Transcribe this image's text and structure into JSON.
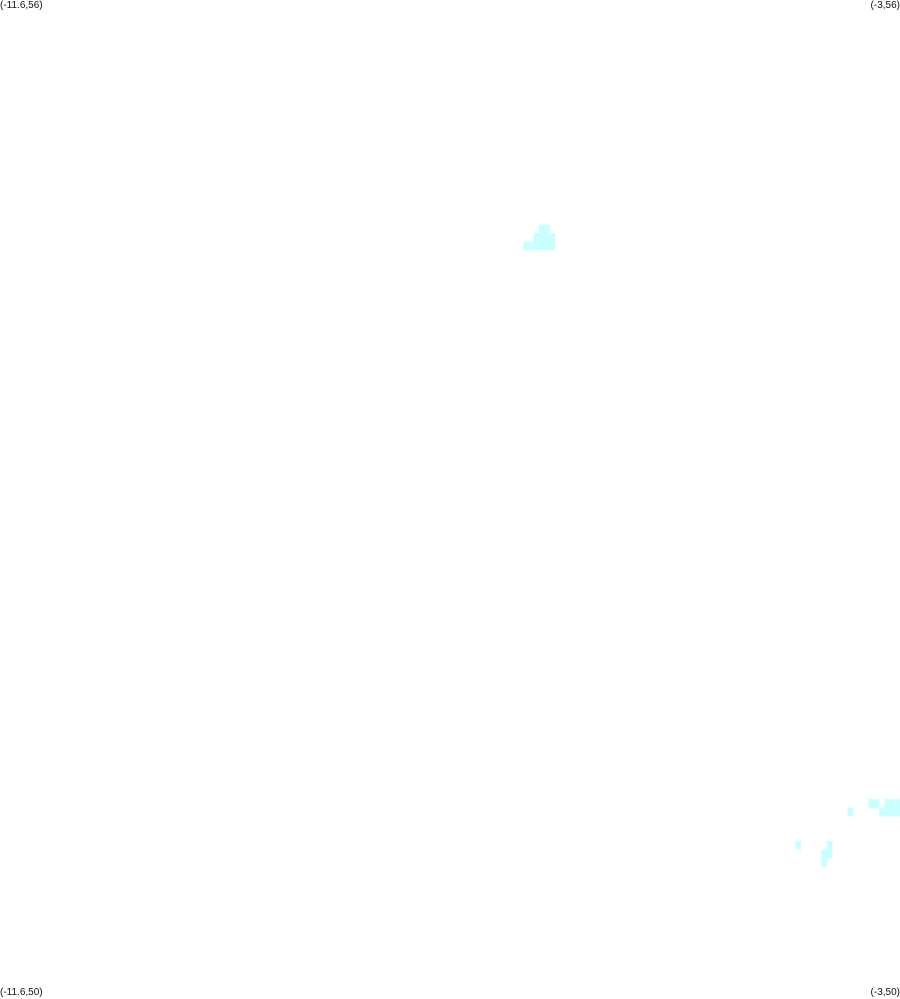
{
  "map": {
    "corner_labels": {
      "top_left": "(-11.6,56)",
      "top_right": "(-3,56)",
      "bottom_left": "(-11.6,50)",
      "bottom_right": "(-3,50)"
    },
    "extent": {
      "lon_min": -11.6,
      "lon_max": -3,
      "lat_min": 50,
      "lat_max": 56
    },
    "cell_size_deg": 0.05,
    "fill_color": "#c8ffff",
    "cells": [
      {
        "lon": -6.45,
        "lat": 54.65
      },
      {
        "lon": -6.4,
        "lat": 54.65
      },
      {
        "lon": -6.45,
        "lat": 54.6
      },
      {
        "lon": -6.4,
        "lat": 54.6
      },
      {
        "lon": -6.35,
        "lat": 54.6
      },
      {
        "lon": -6.5,
        "lat": 54.6
      },
      {
        "lon": -6.55,
        "lat": 54.55
      },
      {
        "lon": -6.5,
        "lat": 54.55
      },
      {
        "lon": -6.45,
        "lat": 54.55
      },
      {
        "lon": -6.4,
        "lat": 54.55
      },
      {
        "lon": -6.35,
        "lat": 54.55
      },
      {
        "lon": -6.6,
        "lat": 54.55
      },
      {
        "lon": -3.3,
        "lat": 51.2
      },
      {
        "lon": -3.25,
        "lat": 51.2
      },
      {
        "lon": -3.15,
        "lat": 51.2
      },
      {
        "lon": -3.1,
        "lat": 51.2
      },
      {
        "lon": -3.05,
        "lat": 51.2
      },
      {
        "lon": -3.2,
        "lat": 51.15
      },
      {
        "lon": -3.15,
        "lat": 51.15
      },
      {
        "lon": -3.1,
        "lat": 51.15
      },
      {
        "lon": -3.05,
        "lat": 51.15
      },
      {
        "lon": -3.5,
        "lat": 51.15
      },
      {
        "lon": -4.0,
        "lat": 50.95
      },
      {
        "lon": -3.7,
        "lat": 50.95
      },
      {
        "lon": -3.75,
        "lat": 50.9
      },
      {
        "lon": -3.7,
        "lat": 50.9
      },
      {
        "lon": -3.75,
        "lat": 50.85
      }
    ]
  }
}
